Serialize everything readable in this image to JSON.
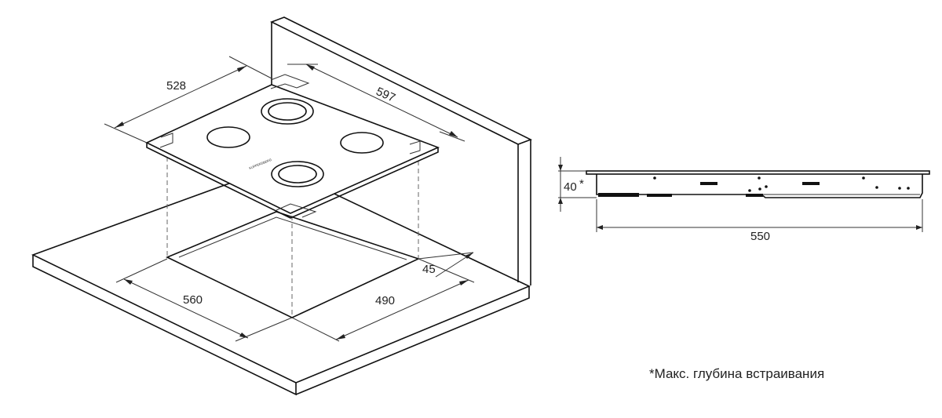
{
  "diagram": {
    "iso_dims": {
      "hob_depth": "528",
      "hob_width": "597",
      "cutout_width": "560",
      "cutout_depth": "490",
      "edge_offset": "45"
    },
    "side_view": {
      "height": "40",
      "height_mark": "*",
      "length": "550"
    },
    "footnote": "*Макс. глубина встраивания",
    "logo_text": "KUPPERSBERG"
  }
}
